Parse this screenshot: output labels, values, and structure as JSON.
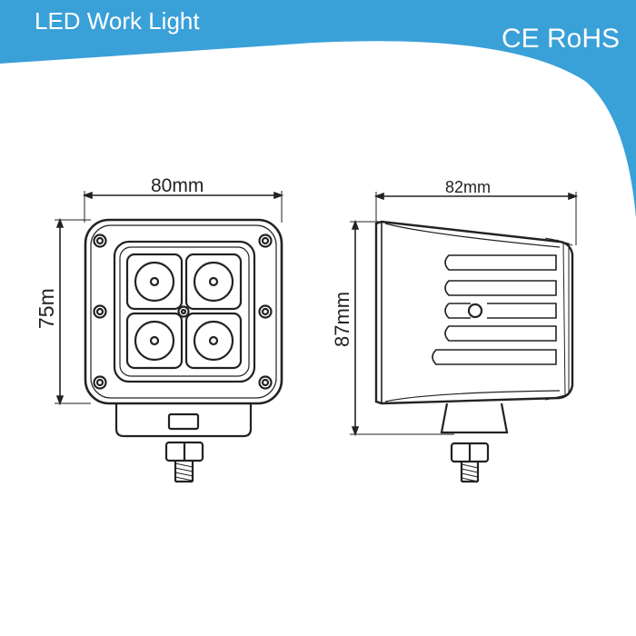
{
  "header": {
    "product_title": "LED Work Light",
    "certification": "CE RoHS"
  },
  "dimensions": {
    "front_width": "80mm",
    "front_height": "75m",
    "side_depth": "82mm",
    "side_height": "87mm"
  },
  "colors": {
    "banner_blue": "#3aa0d8",
    "panel_white": "#ffffff",
    "line_dark": "#222222"
  }
}
